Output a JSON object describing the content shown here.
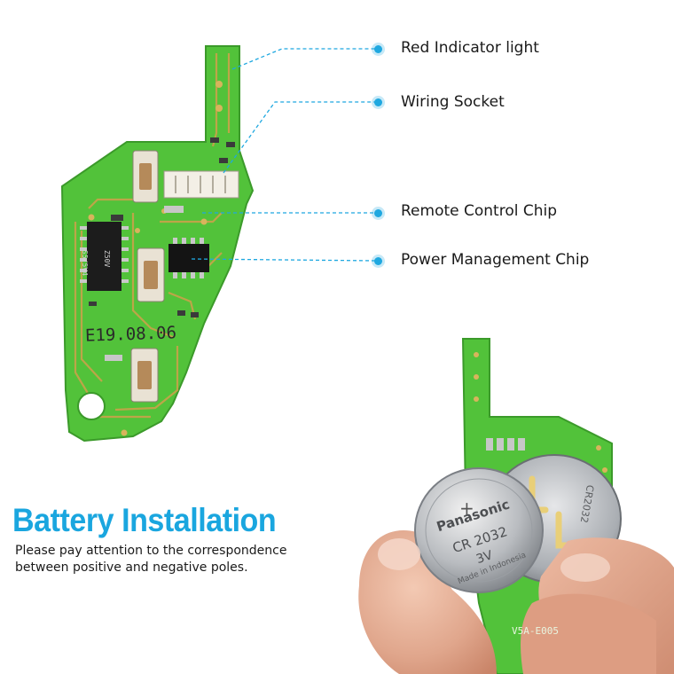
{
  "callouts": {
    "red_light": "Red Indicator light",
    "socket": "Wiring Socket",
    "remote_chip": "Remote Control Chip",
    "power_chip": "Power Management Chip"
  },
  "board": {
    "date_code": "E19.08.06",
    "chip_marking_1": "S5/5V4",
    "chip_marking_2": "Z50V",
    "back_marking": "V5A-E005"
  },
  "battery": {
    "brand": "Panasonic",
    "model": "CR 2032",
    "voltage": "3V",
    "origin": "Made in Indonesia",
    "other_marking": "CR2032"
  },
  "section": {
    "title": "Battery Installation",
    "description": "Please pay attention to the correspondence between positive and negative poles."
  },
  "colors": {
    "accent": "#1aa6df",
    "pcb_green": "#52c23a",
    "trace_gold": "#c9a24a"
  }
}
